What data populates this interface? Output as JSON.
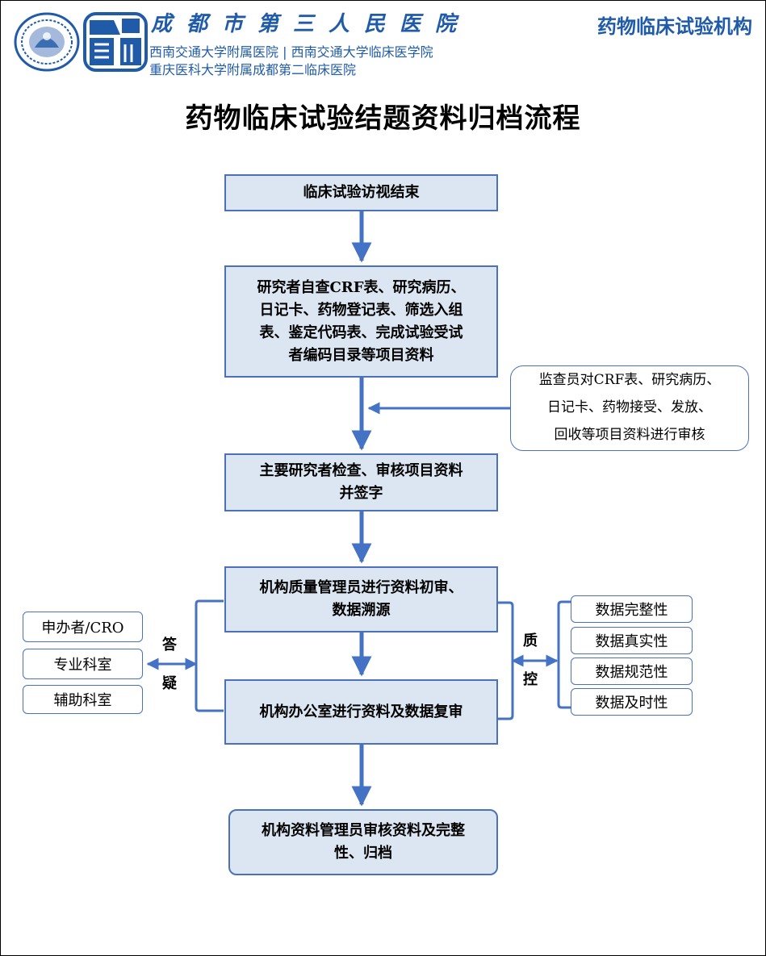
{
  "header": {
    "hospital_name": "成都市第三人民医院",
    "affiliation_1": "西南交通大学附属医院 | 西南交通大学临床医学院",
    "affiliation_2": "重庆医科大学附属成都第二临床医院",
    "org_name": "药物临床试验机构",
    "logo_1_icon": "hospital-seal-icon",
    "logo_2_icon": "hospital-building-logo-icon"
  },
  "title": "药物临床试验结题资料归档流程",
  "colors": {
    "brand_blue": "#1f5ba8",
    "box_fill": "#dce6f2",
    "box_border": "#4b72b8",
    "arrow": "#4472c4"
  },
  "flow": {
    "step1": "临床试验访视结束",
    "step2": [
      "研究者自查CRF表、研究病历、",
      "日记卡、药物登记表、筛选入组",
      "表、鉴定代码表、完成试验受试",
      "者编码目录等项目资料"
    ],
    "monitor_note": [
      "监查员对CRF表、研究病历、",
      "日记卡、药物接受、发放、",
      "回收等项目资料进行审核"
    ],
    "step3": [
      "主要研究者检查、审核项目资料",
      "并签字"
    ],
    "step4": [
      "机构质量管理员进行资料初审、",
      "数据溯源"
    ],
    "step5": "机构办公室进行资料及数据复审",
    "step6": [
      "机构资料管理员审核资料及完整",
      "性、归档"
    ]
  },
  "left_side": {
    "label": [
      "答",
      "疑"
    ],
    "items": [
      "申办者/CRO",
      "专业科室",
      "辅助科室"
    ]
  },
  "right_side": {
    "label": [
      "质",
      "控"
    ],
    "items": [
      "数据完整性",
      "数据真实性",
      "数据规范性",
      "数据及时性"
    ]
  }
}
